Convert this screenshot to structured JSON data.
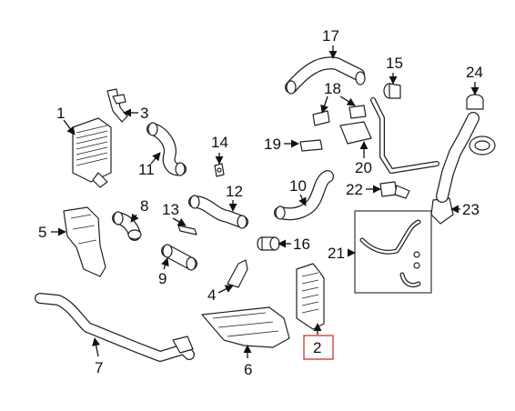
{
  "diagram": {
    "callouts": [
      {
        "id": "1",
        "label": "1"
      },
      {
        "id": "2",
        "label": "2"
      },
      {
        "id": "3",
        "label": "3"
      },
      {
        "id": "4",
        "label": "4"
      },
      {
        "id": "5",
        "label": "5"
      },
      {
        "id": "6",
        "label": "6"
      },
      {
        "id": "7",
        "label": "7"
      },
      {
        "id": "8",
        "label": "8"
      },
      {
        "id": "9",
        "label": "9"
      },
      {
        "id": "10",
        "label": "10"
      },
      {
        "id": "11",
        "label": "11"
      },
      {
        "id": "12",
        "label": "12"
      },
      {
        "id": "13",
        "label": "13"
      },
      {
        "id": "14",
        "label": "14"
      },
      {
        "id": "15",
        "label": "15"
      },
      {
        "id": "16",
        "label": "16"
      },
      {
        "id": "17",
        "label": "17"
      },
      {
        "id": "18",
        "label": "18"
      },
      {
        "id": "19",
        "label": "19"
      },
      {
        "id": "20",
        "label": "20"
      },
      {
        "id": "21",
        "label": "21"
      },
      {
        "id": "22",
        "label": "22"
      },
      {
        "id": "23",
        "label": "23"
      },
      {
        "id": "24",
        "label": "24"
      }
    ],
    "highlighted_callout": "2",
    "colors": {
      "line": "#222222",
      "highlight_box": "#c0392b",
      "background": "#ffffff"
    }
  }
}
